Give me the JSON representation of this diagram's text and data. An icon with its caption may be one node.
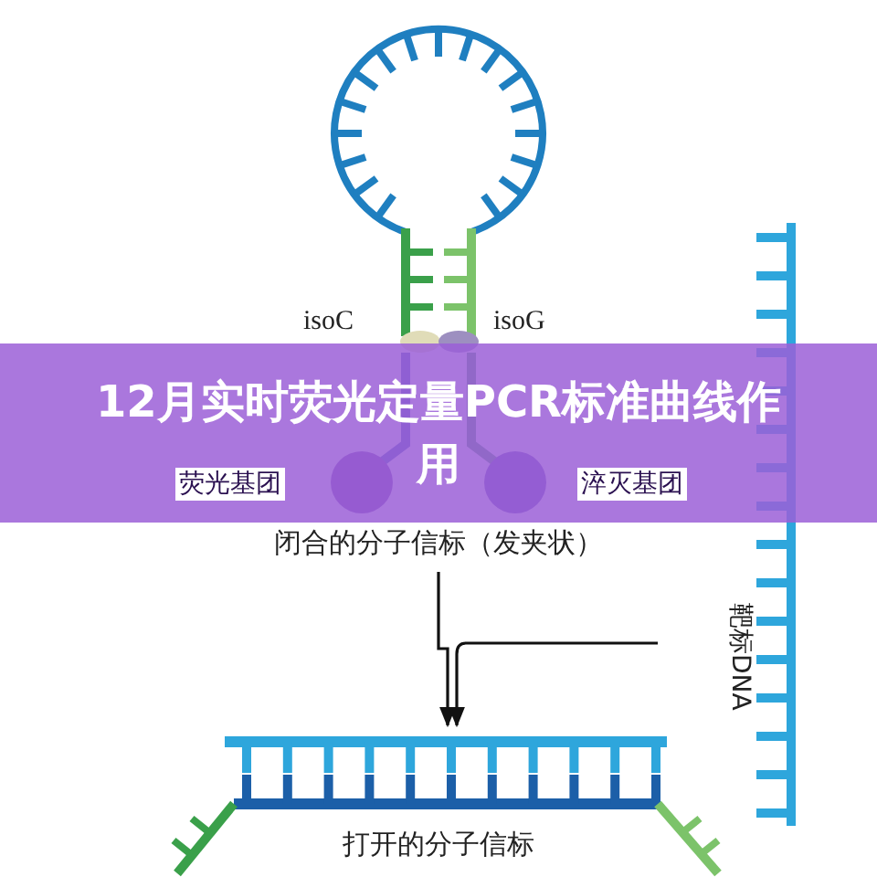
{
  "diagram": {
    "title": "12月实时荧光定量PCR标准曲线作用",
    "nodes": [
      {
        "text": [
          "闭合的分子信标（发夹状）"
        ]
      },
      {
        "text": [
          "打开的分子信标"
        ]
      }
    ],
    "edges": [
      {
        "from": 0,
        "to": 1,
        "arrow": "to"
      },
      {
        "from": null,
        "to": 1,
        "arrow": "to"
      }
    ],
    "labels": [
      "isoC",
      "isoG",
      "荧光基团",
      "淬灭基团",
      "靶标DNA"
    ]
  }
}
